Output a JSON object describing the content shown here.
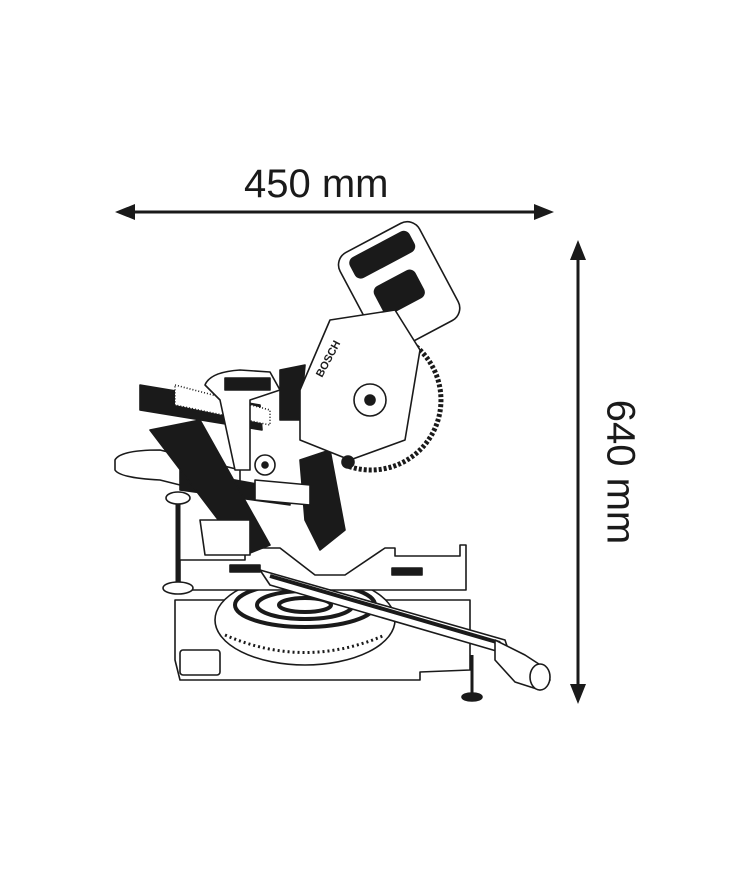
{
  "dimensions": {
    "width_label": "450 mm",
    "height_label": "640 mm"
  },
  "product": {
    "brand_logo_text": "BOSCH",
    "icon": "sliding-miter-saw-line-drawing"
  },
  "colors": {
    "line": "#1a1a1a",
    "background": "#ffffff"
  }
}
